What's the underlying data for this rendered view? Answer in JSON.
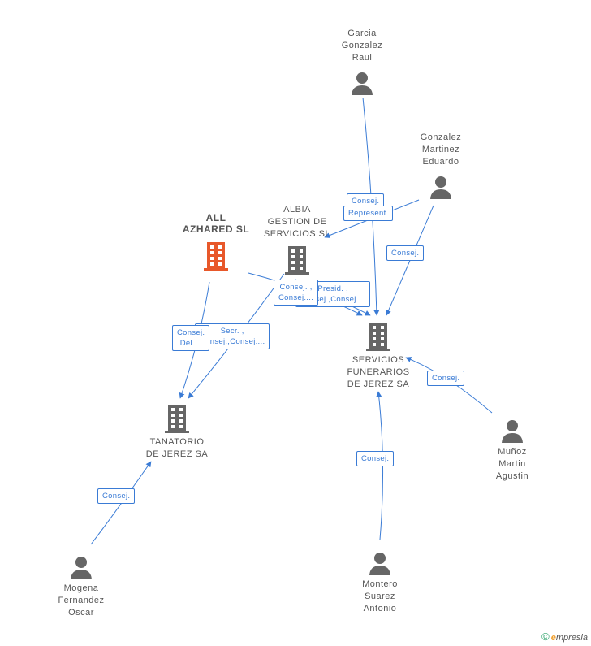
{
  "colors": {
    "edge": "#3a7bd5",
    "company": "#666666",
    "company_main": "#e8582a",
    "person": "#666666"
  },
  "nodes": {
    "garcia": {
      "label": "Garcia\nGonzalez\nRaul",
      "icon": "person-icon"
    },
    "gonzalez": {
      "label": "Gonzalez\nMartinez\nEduardo",
      "icon": "person-icon"
    },
    "all_azhared": {
      "label": "ALL\nAZHARED SL",
      "icon": "building-icon"
    },
    "albia": {
      "label": "ALBIA\nGESTION DE\nSERVICIOS SL",
      "icon": "building-icon"
    },
    "servicios": {
      "label": "SERVICIOS\nFUNERARIOS\nDE JEREZ SA",
      "icon": "building-icon"
    },
    "tanatorio": {
      "label": "TANATORIO\nDE JEREZ SA",
      "icon": "building-icon"
    },
    "munoz": {
      "label": "Muñoz\nMartin\nAgustin",
      "icon": "person-icon"
    },
    "mogena": {
      "label": "Mogena\nFernandez\nOscar",
      "icon": "person-icon"
    },
    "montero": {
      "label": "Montero\nSuarez\nAntonio",
      "icon": "person-icon"
    }
  },
  "edge_labels": {
    "garcia_albia_1": "Consej.",
    "garcia_albia_2": "Represent.",
    "gonzalez_servicios": "Consej.",
    "allaz_servicios": "Presid. ,\nConsej.,Consej....",
    "albia_servicios": "Consej. ,\nConsej....",
    "allaz_tanatorio": "Consej.\nDel....",
    "albia_tanatorio": "Secr. ,\nConsej.,Consej....",
    "munoz_servicios": "Consej.",
    "mogena_tanatorio": "Consej.",
    "montero_servicios": "Consej."
  },
  "footer": {
    "copyright": "©",
    "brand_initial": "e",
    "brand_rest": "mpresia"
  }
}
